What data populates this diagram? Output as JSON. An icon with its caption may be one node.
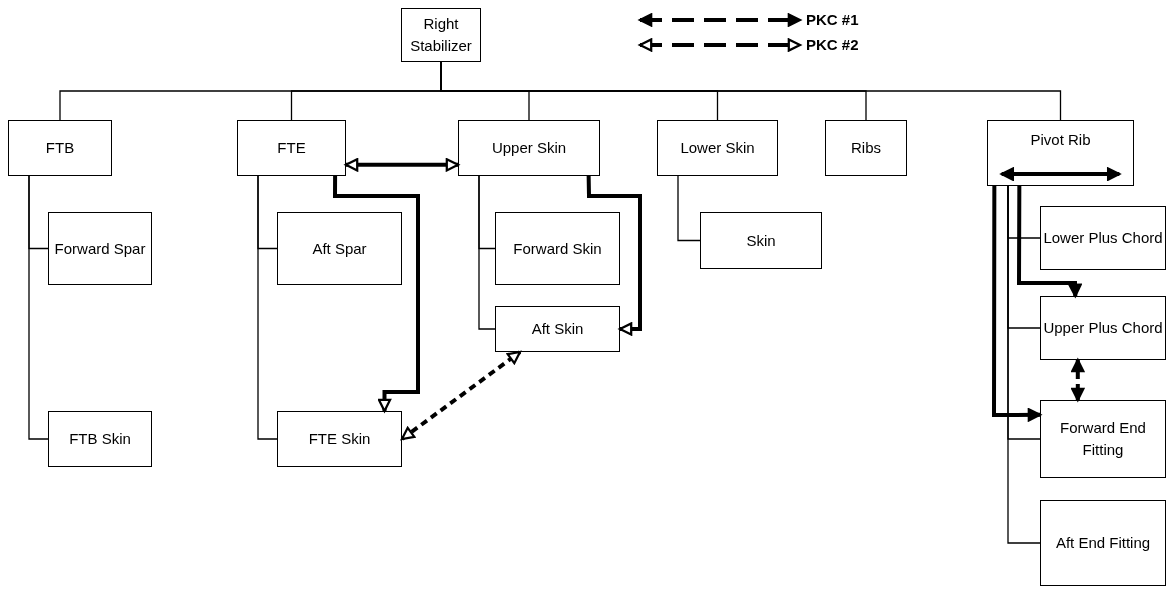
{
  "diagram": {
    "nodes": [
      {
        "text": [
          "Right Stabilizer"
        ]
      },
      {
        "text": [
          "FTB"
        ]
      },
      {
        "text": [
          "FTE"
        ]
      },
      {
        "text": [
          "Upper Skin"
        ]
      },
      {
        "text": [
          "Lower Skin"
        ]
      },
      {
        "text": [
          "Ribs"
        ]
      },
      {
        "text": [
          "Pivot Rib"
        ]
      },
      {
        "text": [
          "Forward Spar"
        ]
      },
      {
        "text": [
          "FTB Skin"
        ]
      },
      {
        "text": [
          "Aft Spar"
        ]
      },
      {
        "text": [
          "FTE Skin"
        ]
      },
      {
        "text": [
          "Forward Skin"
        ]
      },
      {
        "text": [
          "Aft Skin"
        ]
      },
      {
        "text": [
          "Skin"
        ]
      },
      {
        "text": [
          "Lower Plus Chord"
        ]
      },
      {
        "text": [
          "Upper Plus Chord"
        ]
      },
      {
        "text": [
          "Forward End Fitting"
        ]
      },
      {
        "text": [
          "Aft End Fitting"
        ]
      }
    ],
    "edges": [
      {
        "from": 0,
        "to": 1,
        "arrow": "none"
      },
      {
        "from": 0,
        "to": 2,
        "arrow": "none"
      },
      {
        "from": 0,
        "to": 3,
        "arrow": "none"
      },
      {
        "from": 0,
        "to": 4,
        "arrow": "none"
      },
      {
        "from": 0,
        "to": 5,
        "arrow": "none"
      },
      {
        "from": 0,
        "to": 6,
        "arrow": "none"
      },
      {
        "from": 1,
        "to": 7,
        "arrow": "none"
      },
      {
        "from": 1,
        "to": 8,
        "arrow": "none"
      },
      {
        "from": 2,
        "to": 9,
        "arrow": "none"
      },
      {
        "from": 2,
        "to": 10,
        "arrow": "none"
      },
      {
        "from": 3,
        "to": 11,
        "arrow": "none"
      },
      {
        "from": 3,
        "to": 12,
        "arrow": "none"
      },
      {
        "from": 4,
        "to": 13,
        "arrow": "none"
      },
      {
        "from": 6,
        "to": 14,
        "arrow": "none"
      },
      {
        "from": 6,
        "to": 15,
        "arrow": "none"
      },
      {
        "from": 6,
        "to": 16,
        "arrow": "none"
      },
      {
        "from": 6,
        "to": 17,
        "arrow": "none"
      },
      {
        "from": 2,
        "to": 3,
        "arrow": "both",
        "style": "thick"
      },
      {
        "from": 2,
        "to": 10,
        "arrow": "to",
        "style": "thick"
      },
      {
        "from": 3,
        "to": 12,
        "arrow": "to",
        "style": "thick"
      },
      {
        "from": 10,
        "to": 12,
        "arrow": "both",
        "style": "dashed"
      },
      {
        "from": 6,
        "to": 6,
        "arrow": "both",
        "style": "thick"
      },
      {
        "from": 6,
        "to": 15,
        "arrow": "to",
        "style": "thick"
      },
      {
        "from": 6,
        "to": 16,
        "arrow": "to",
        "style": "thick"
      },
      {
        "from": 15,
        "to": 16,
        "arrow": "both",
        "style": "dashed"
      }
    ],
    "legend": [
      {
        "text": "PKC #1"
      },
      {
        "text": "PKC #2"
      }
    ]
  }
}
